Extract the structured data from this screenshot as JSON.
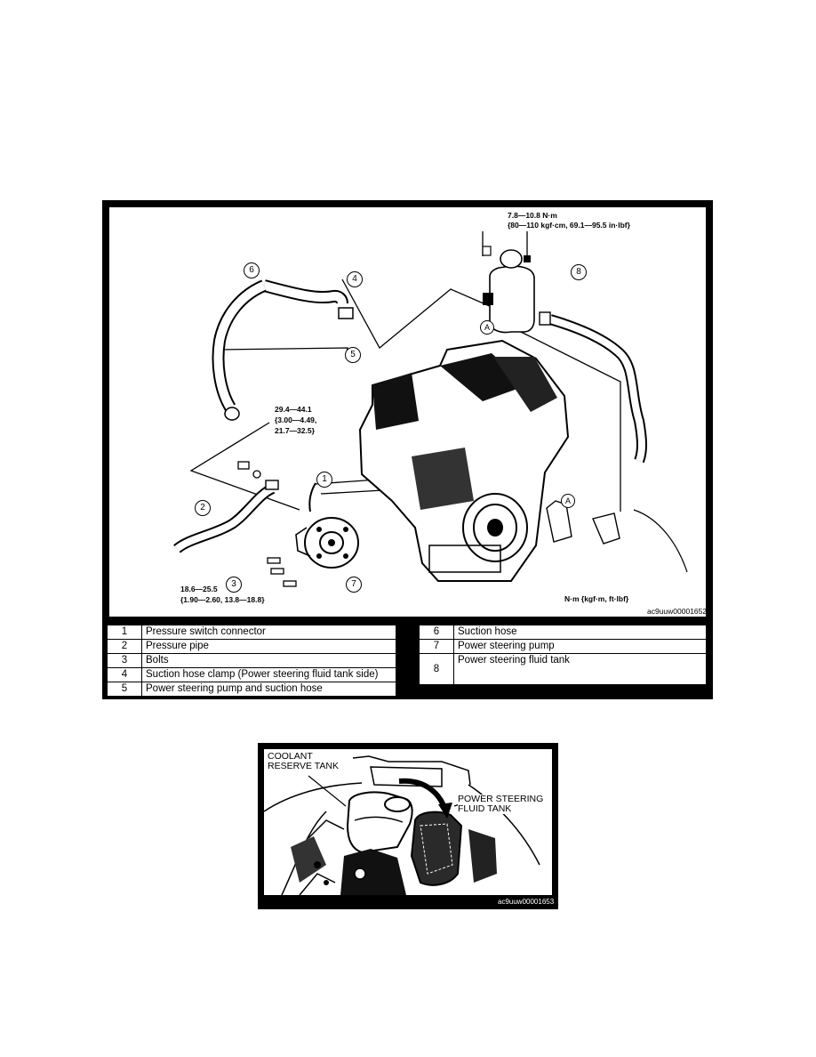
{
  "figure1": {
    "torque_tank": {
      "line1": "7.8—10.8 N·m",
      "line2": "{80—110 kgf·cm, 69.1—95.5 in·lbf}"
    },
    "torque_pipe": {
      "line1": "29.4—44.1",
      "line2": "{3.00—4.49,",
      "line3": "21.7—32.5}"
    },
    "torque_bolts": {
      "line1": "18.6—25.5",
      "line2": "{1.90—2.60, 13.8—18.8}"
    },
    "units": "N·m {kgf·m, ft·lbf}",
    "ref_code": "ac9uuw00001652",
    "callouts": {
      "c1": "1",
      "c2": "2",
      "c3": "3",
      "c4": "4",
      "c5": "5",
      "c6": "6",
      "c7": "7",
      "c8": "8",
      "a1": "A",
      "a2": "A"
    },
    "legend_left": [
      {
        "num": "1",
        "label": "Pressure switch connector"
      },
      {
        "num": "2",
        "label": "Pressure pipe"
      },
      {
        "num": "3",
        "label": "Bolts"
      },
      {
        "num": "4",
        "label": "Suction hose clamp (Power steering fluid tank side)"
      },
      {
        "num": "5",
        "label": "Power steering pump and suction hose"
      }
    ],
    "legend_right": [
      {
        "num": "6",
        "label": "Suction hose"
      },
      {
        "num": "7",
        "label": "Power steering pump"
      },
      {
        "num": "8",
        "label": "Power steering fluid tank"
      }
    ]
  },
  "figure2": {
    "label_coolant": "COOLANT\nRESERVE TANK",
    "label_ps_tank": "POWER STEERING\nFLUID TANK",
    "ref_code": "ac9uuw00001653"
  }
}
